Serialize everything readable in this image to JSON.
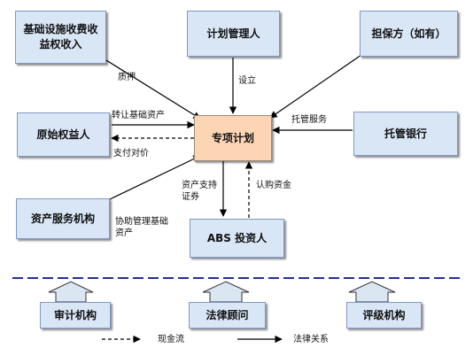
{
  "boxes": {
    "infra": "基础设施收费收益权收入",
    "planner": "计划管理人",
    "guarantor": "担保方（如有）",
    "original": "原始权益人",
    "special_plan": "专项计划",
    "custodian": "托管银行",
    "service": "资产服务机构",
    "abs_investor": "ABS 投资人",
    "audit": "审计机构",
    "legal": "法律顾问",
    "rating": "评级机构"
  },
  "labels": {
    "pledge": "质押",
    "establish": "设立",
    "transfer": "转让基础资产",
    "pay": "支付对价",
    "custody_service": "托管服务",
    "asset_backed": "资产支持证券",
    "subscribe": "认购资金",
    "assist": "协助管理基础资产"
  },
  "legend": {
    "cash_flow": "现金流",
    "legal_relation": "法律关系"
  },
  "colors": {
    "box_fill": "#d9e6f6",
    "center_fill": "#fcd5b4",
    "divider": "#1f2f9c",
    "arrow": "#000000",
    "up_arrow_fill": "#dbe6f3"
  }
}
